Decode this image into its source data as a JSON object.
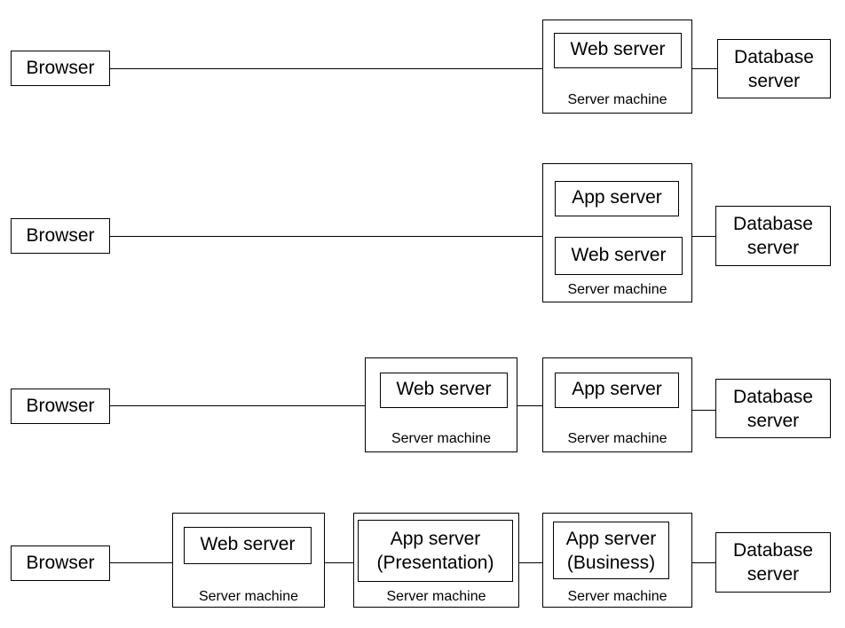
{
  "labels": {
    "browser": "Browser",
    "web_server": "Web server",
    "app_server": "App server",
    "app_server_presentation": [
      "App server",
      "(Presentation)"
    ],
    "app_server_business": [
      "App server",
      "(Business)"
    ],
    "server_machine": "Server machine",
    "database_server": [
      "Database",
      "server"
    ]
  }
}
